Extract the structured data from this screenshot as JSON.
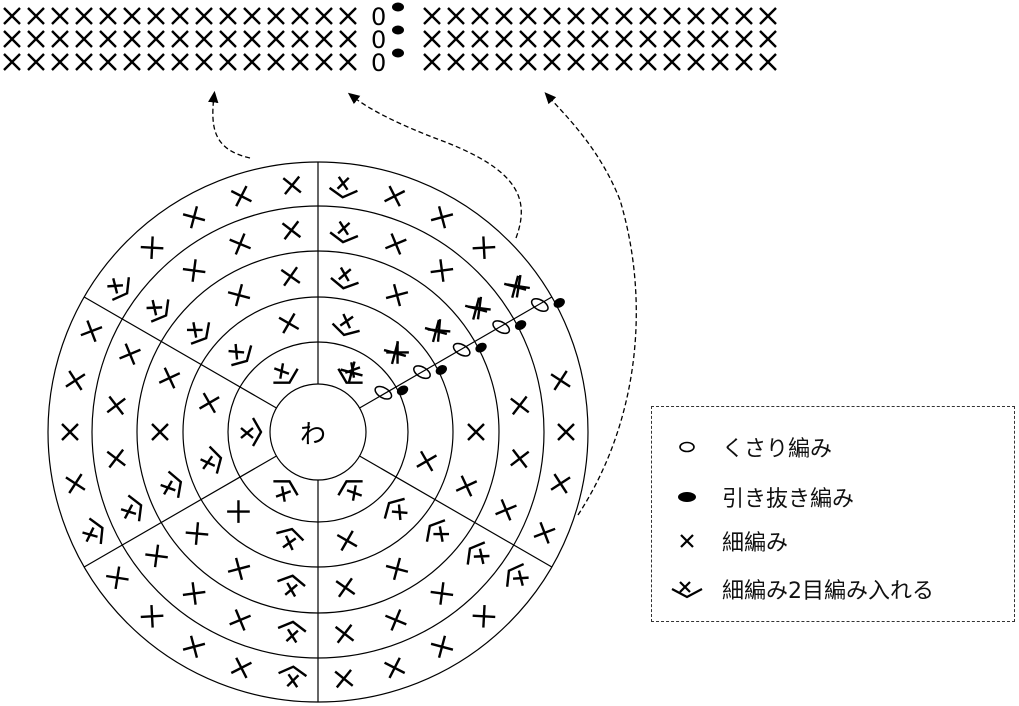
{
  "center_label": "わ",
  "top_rows": [
    {
      "left_sc": 15,
      "chain": "0",
      "right_sc": 15
    },
    {
      "left_sc": 15,
      "chain": "0",
      "right_sc": 15
    },
    {
      "left_sc": 15,
      "chain": "0",
      "right_sc": 15
    }
  ],
  "rounds": [
    {
      "round": 1,
      "stitches": 6
    },
    {
      "round": 2,
      "stitches": 12
    },
    {
      "round": 3,
      "stitches": 18
    },
    {
      "round": 4,
      "stitches": 24
    },
    {
      "round": 5,
      "stitches": 30
    }
  ],
  "legend": {
    "items": [
      {
        "symbol": "chain-icon",
        "label": "くさり編み"
      },
      {
        "symbol": "slip-stitch-icon",
        "label": "引き抜き編み"
      },
      {
        "symbol": "single-crochet-icon",
        "label": "細編み"
      },
      {
        "symbol": "increase-icon",
        "label": "細編み2目編み入れる"
      }
    ]
  }
}
